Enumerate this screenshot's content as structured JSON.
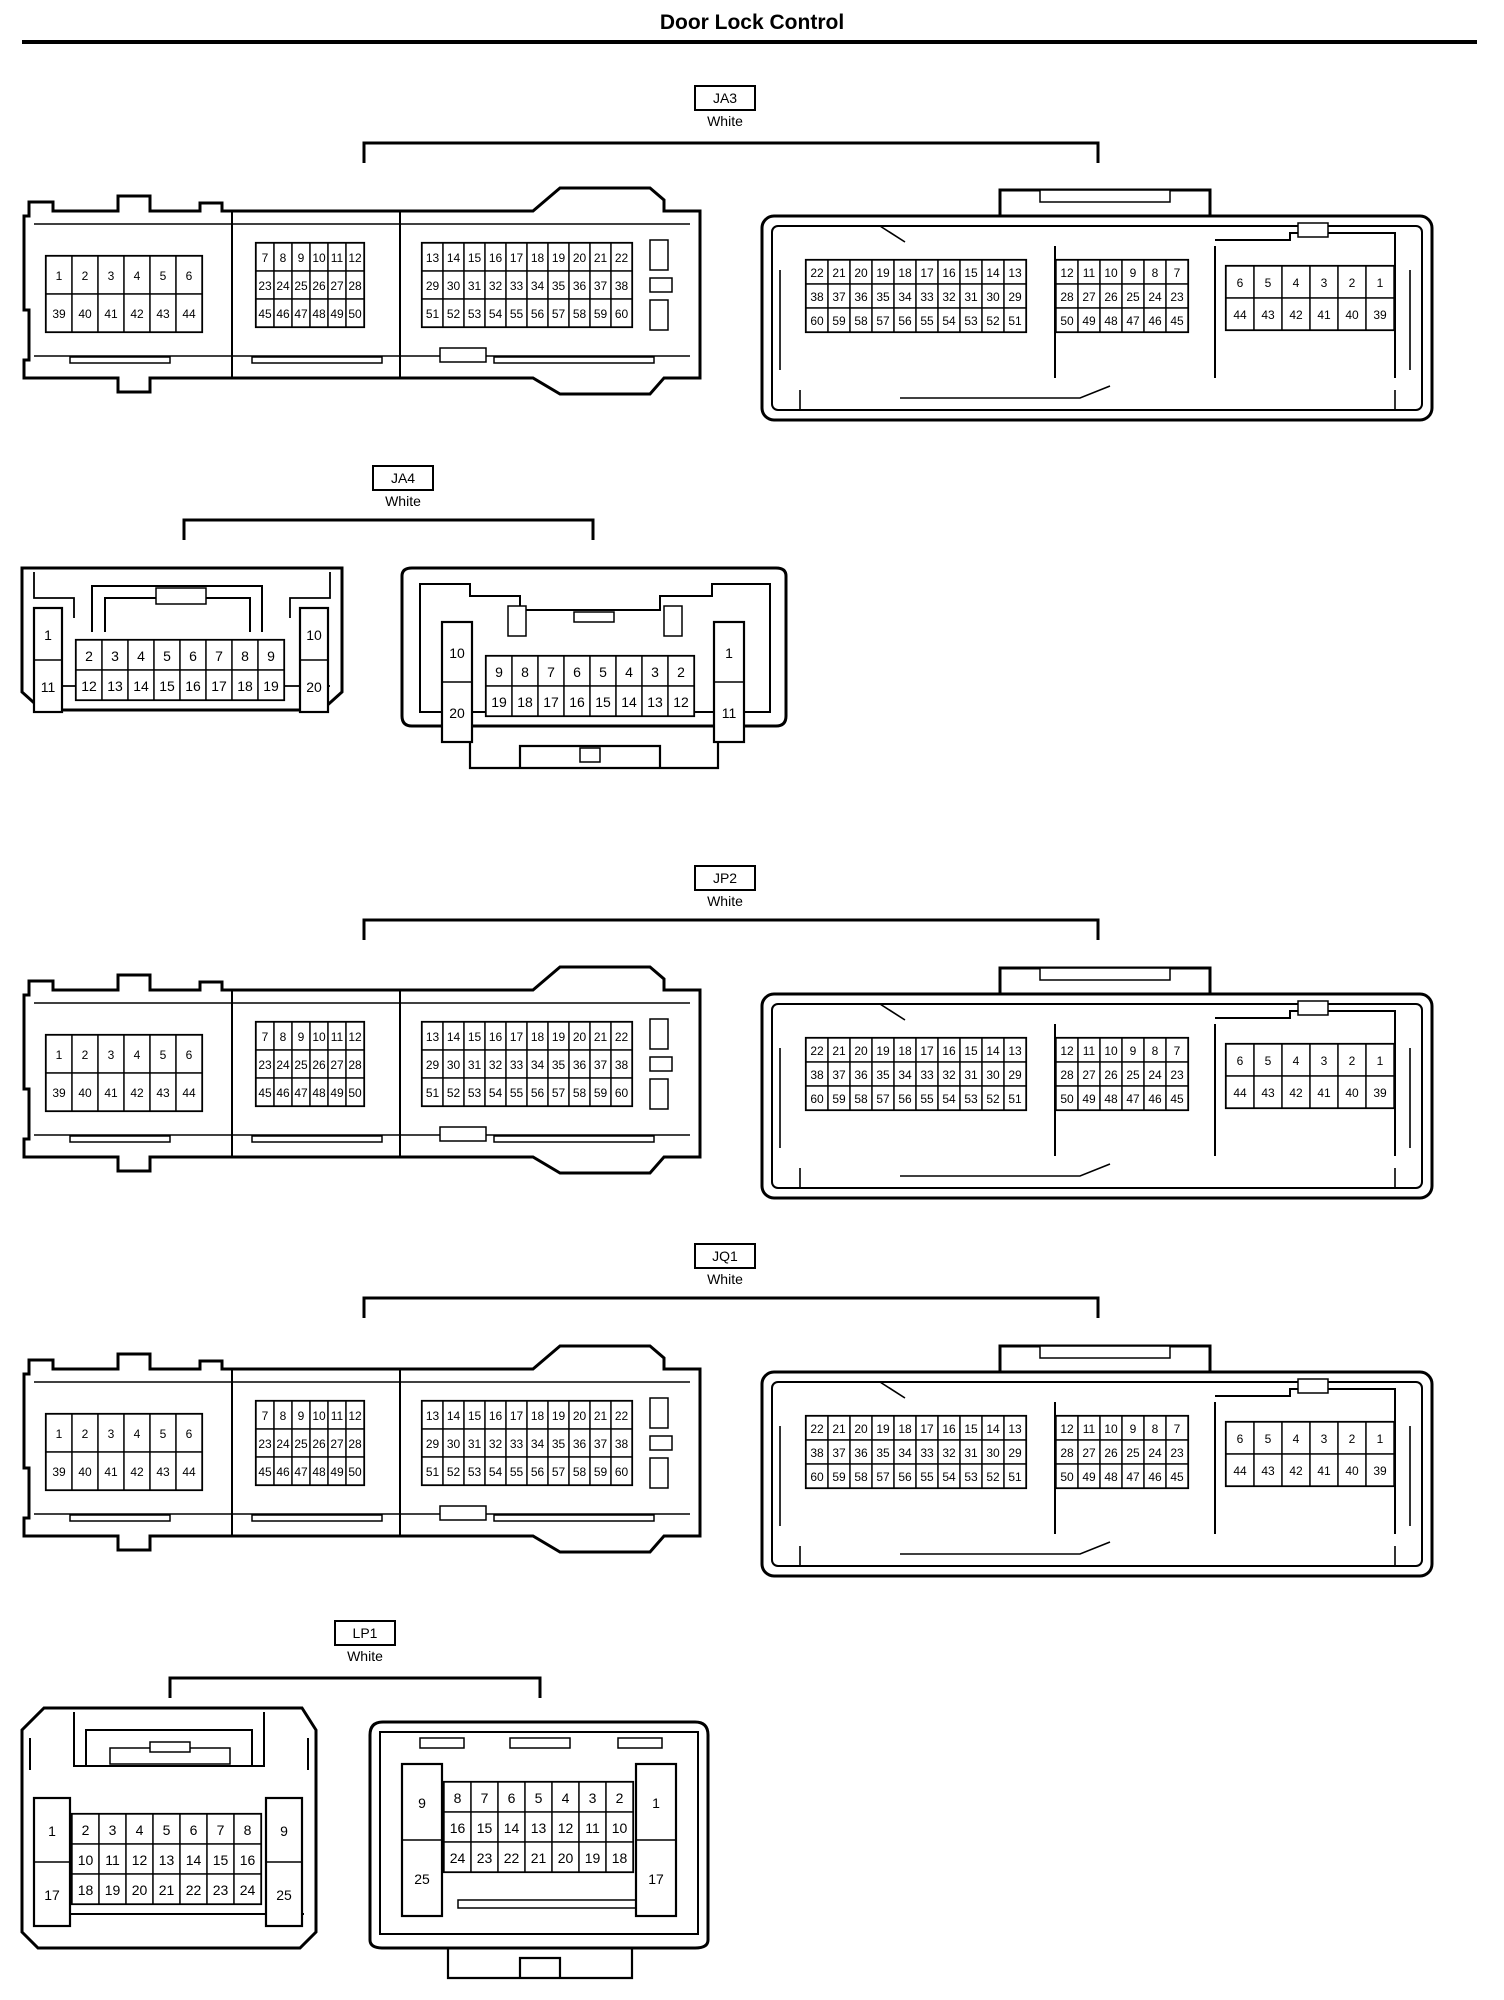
{
  "title": "Door Lock Control",
  "connectors": [
    {
      "code": "JA3",
      "color": "White",
      "left": {
        "blocks": [
          {
            "rows": [
              [
                "1",
                "2",
                "3",
                "4",
                "5",
                "6"
              ],
              [
                "39",
                "40",
                "41",
                "42",
                "43",
                "44"
              ]
            ]
          },
          {
            "rows": [
              [
                "7",
                "8",
                "9",
                "10",
                "11",
                "12"
              ],
              [
                "23",
                "24",
                "25",
                "26",
                "27",
                "28"
              ],
              [
                "45",
                "46",
                "47",
                "48",
                "49",
                "50"
              ]
            ]
          },
          {
            "rows": [
              [
                "13",
                "14",
                "15",
                "16",
                "17",
                "18",
                "19",
                "20",
                "21",
                "22"
              ],
              [
                "29",
                "30",
                "31",
                "32",
                "33",
                "34",
                "35",
                "36",
                "37",
                "38"
              ],
              [
                "51",
                "52",
                "53",
                "54",
                "55",
                "56",
                "57",
                "58",
                "59",
                "60"
              ]
            ]
          }
        ]
      },
      "right": {
        "blocks": [
          {
            "rows": [
              [
                "22",
                "21",
                "20",
                "19",
                "18",
                "17",
                "16",
                "15",
                "14",
                "13"
              ],
              [
                "38",
                "37",
                "36",
                "35",
                "34",
                "33",
                "32",
                "31",
                "30",
                "29"
              ],
              [
                "60",
                "59",
                "58",
                "57",
                "56",
                "55",
                "54",
                "53",
                "52",
                "51"
              ]
            ]
          },
          {
            "rows": [
              [
                "12",
                "11",
                "10",
                "9",
                "8",
                "7"
              ],
              [
                "28",
                "27",
                "26",
                "25",
                "24",
                "23"
              ],
              [
                "50",
                "49",
                "48",
                "47",
                "46",
                "45"
              ]
            ]
          },
          {
            "rows": [
              [
                "6",
                "5",
                "4",
                "3",
                "2",
                "1"
              ],
              [
                "44",
                "43",
                "42",
                "41",
                "40",
                "39"
              ]
            ]
          }
        ]
      }
    },
    {
      "code": "JA4",
      "color": "White",
      "left": {
        "side_a": [
          "1",
          "11"
        ],
        "rows": [
          [
            "2",
            "3",
            "4",
            "5",
            "6",
            "7",
            "8",
            "9"
          ],
          [
            "12",
            "13",
            "14",
            "15",
            "16",
            "17",
            "18",
            "19"
          ]
        ],
        "side_b": [
          "10",
          "20"
        ]
      },
      "right": {
        "side_a": [
          "10",
          "20"
        ],
        "rows": [
          [
            "9",
            "8",
            "7",
            "6",
            "5",
            "4",
            "3",
            "2"
          ],
          [
            "19",
            "18",
            "17",
            "16",
            "15",
            "14",
            "13",
            "12"
          ]
        ],
        "side_b": [
          "1",
          "11"
        ]
      }
    },
    {
      "code": "JP2",
      "color": "White",
      "left": {
        "blocks": [
          {
            "rows": [
              [
                "1",
                "2",
                "3",
                "4",
                "5",
                "6"
              ],
              [
                "39",
                "40",
                "41",
                "42",
                "43",
                "44"
              ]
            ]
          },
          {
            "rows": [
              [
                "7",
                "8",
                "9",
                "10",
                "11",
                "12"
              ],
              [
                "23",
                "24",
                "25",
                "26",
                "27",
                "28"
              ],
              [
                "45",
                "46",
                "47",
                "48",
                "49",
                "50"
              ]
            ]
          },
          {
            "rows": [
              [
                "13",
                "14",
                "15",
                "16",
                "17",
                "18",
                "19",
                "20",
                "21",
                "22"
              ],
              [
                "29",
                "30",
                "31",
                "32",
                "33",
                "34",
                "35",
                "36",
                "37",
                "38"
              ],
              [
                "51",
                "52",
                "53",
                "54",
                "55",
                "56",
                "57",
                "58",
                "59",
                "60"
              ]
            ]
          }
        ]
      },
      "right": {
        "blocks": [
          {
            "rows": [
              [
                "22",
                "21",
                "20",
                "19",
                "18",
                "17",
                "16",
                "15",
                "14",
                "13"
              ],
              [
                "38",
                "37",
                "36",
                "35",
                "34",
                "33",
                "32",
                "31",
                "30",
                "29"
              ],
              [
                "60",
                "59",
                "58",
                "57",
                "56",
                "55",
                "54",
                "53",
                "52",
                "51"
              ]
            ]
          },
          {
            "rows": [
              [
                "12",
                "11",
                "10",
                "9",
                "8",
                "7"
              ],
              [
                "28",
                "27",
                "26",
                "25",
                "24",
                "23"
              ],
              [
                "50",
                "49",
                "48",
                "47",
                "46",
                "45"
              ]
            ]
          },
          {
            "rows": [
              [
                "6",
                "5",
                "4",
                "3",
                "2",
                "1"
              ],
              [
                "44",
                "43",
                "42",
                "41",
                "40",
                "39"
              ]
            ]
          }
        ]
      }
    },
    {
      "code": "JQ1",
      "color": "White",
      "left": {
        "blocks": [
          {
            "rows": [
              [
                "1",
                "2",
                "3",
                "4",
                "5",
                "6"
              ],
              [
                "39",
                "40",
                "41",
                "42",
                "43",
                "44"
              ]
            ]
          },
          {
            "rows": [
              [
                "7",
                "8",
                "9",
                "10",
                "11",
                "12"
              ],
              [
                "23",
                "24",
                "25",
                "26",
                "27",
                "28"
              ],
              [
                "45",
                "46",
                "47",
                "48",
                "49",
                "50"
              ]
            ]
          },
          {
            "rows": [
              [
                "13",
                "14",
                "15",
                "16",
                "17",
                "18",
                "19",
                "20",
                "21",
                "22"
              ],
              [
                "29",
                "30",
                "31",
                "32",
                "33",
                "34",
                "35",
                "36",
                "37",
                "38"
              ],
              [
                "51",
                "52",
                "53",
                "54",
                "55",
                "56",
                "57",
                "58",
                "59",
                "60"
              ]
            ]
          }
        ]
      },
      "right": {
        "blocks": [
          {
            "rows": [
              [
                "22",
                "21",
                "20",
                "19",
                "18",
                "17",
                "16",
                "15",
                "14",
                "13"
              ],
              [
                "38",
                "37",
                "36",
                "35",
                "34",
                "33",
                "32",
                "31",
                "30",
                "29"
              ],
              [
                "60",
                "59",
                "58",
                "57",
                "56",
                "55",
                "54",
                "53",
                "52",
                "51"
              ]
            ]
          },
          {
            "rows": [
              [
                "12",
                "11",
                "10",
                "9",
                "8",
                "7"
              ],
              [
                "28",
                "27",
                "26",
                "25",
                "24",
                "23"
              ],
              [
                "50",
                "49",
                "48",
                "47",
                "46",
                "45"
              ]
            ]
          },
          {
            "rows": [
              [
                "6",
                "5",
                "4",
                "3",
                "2",
                "1"
              ],
              [
                "44",
                "43",
                "42",
                "41",
                "40",
                "39"
              ]
            ]
          }
        ]
      }
    },
    {
      "code": "LP1",
      "color": "White",
      "left": {
        "side_a": [
          "1",
          "17"
        ],
        "rows": [
          [
            "2",
            "3",
            "4",
            "5",
            "6",
            "7",
            "8"
          ],
          [
            "10",
            "11",
            "12",
            "13",
            "14",
            "15",
            "16"
          ],
          [
            "18",
            "19",
            "20",
            "21",
            "22",
            "23",
            "24"
          ]
        ],
        "side_b": [
          "9",
          "25"
        ]
      },
      "right": {
        "side_a": [
          "9",
          "25"
        ],
        "rows": [
          [
            "8",
            "7",
            "6",
            "5",
            "4",
            "3",
            "2"
          ],
          [
            "16",
            "15",
            "14",
            "13",
            "12",
            "11",
            "10"
          ],
          [
            "24",
            "23",
            "22",
            "21",
            "20",
            "19",
            "18"
          ]
        ],
        "side_b": [
          "1",
          "17"
        ]
      }
    }
  ]
}
